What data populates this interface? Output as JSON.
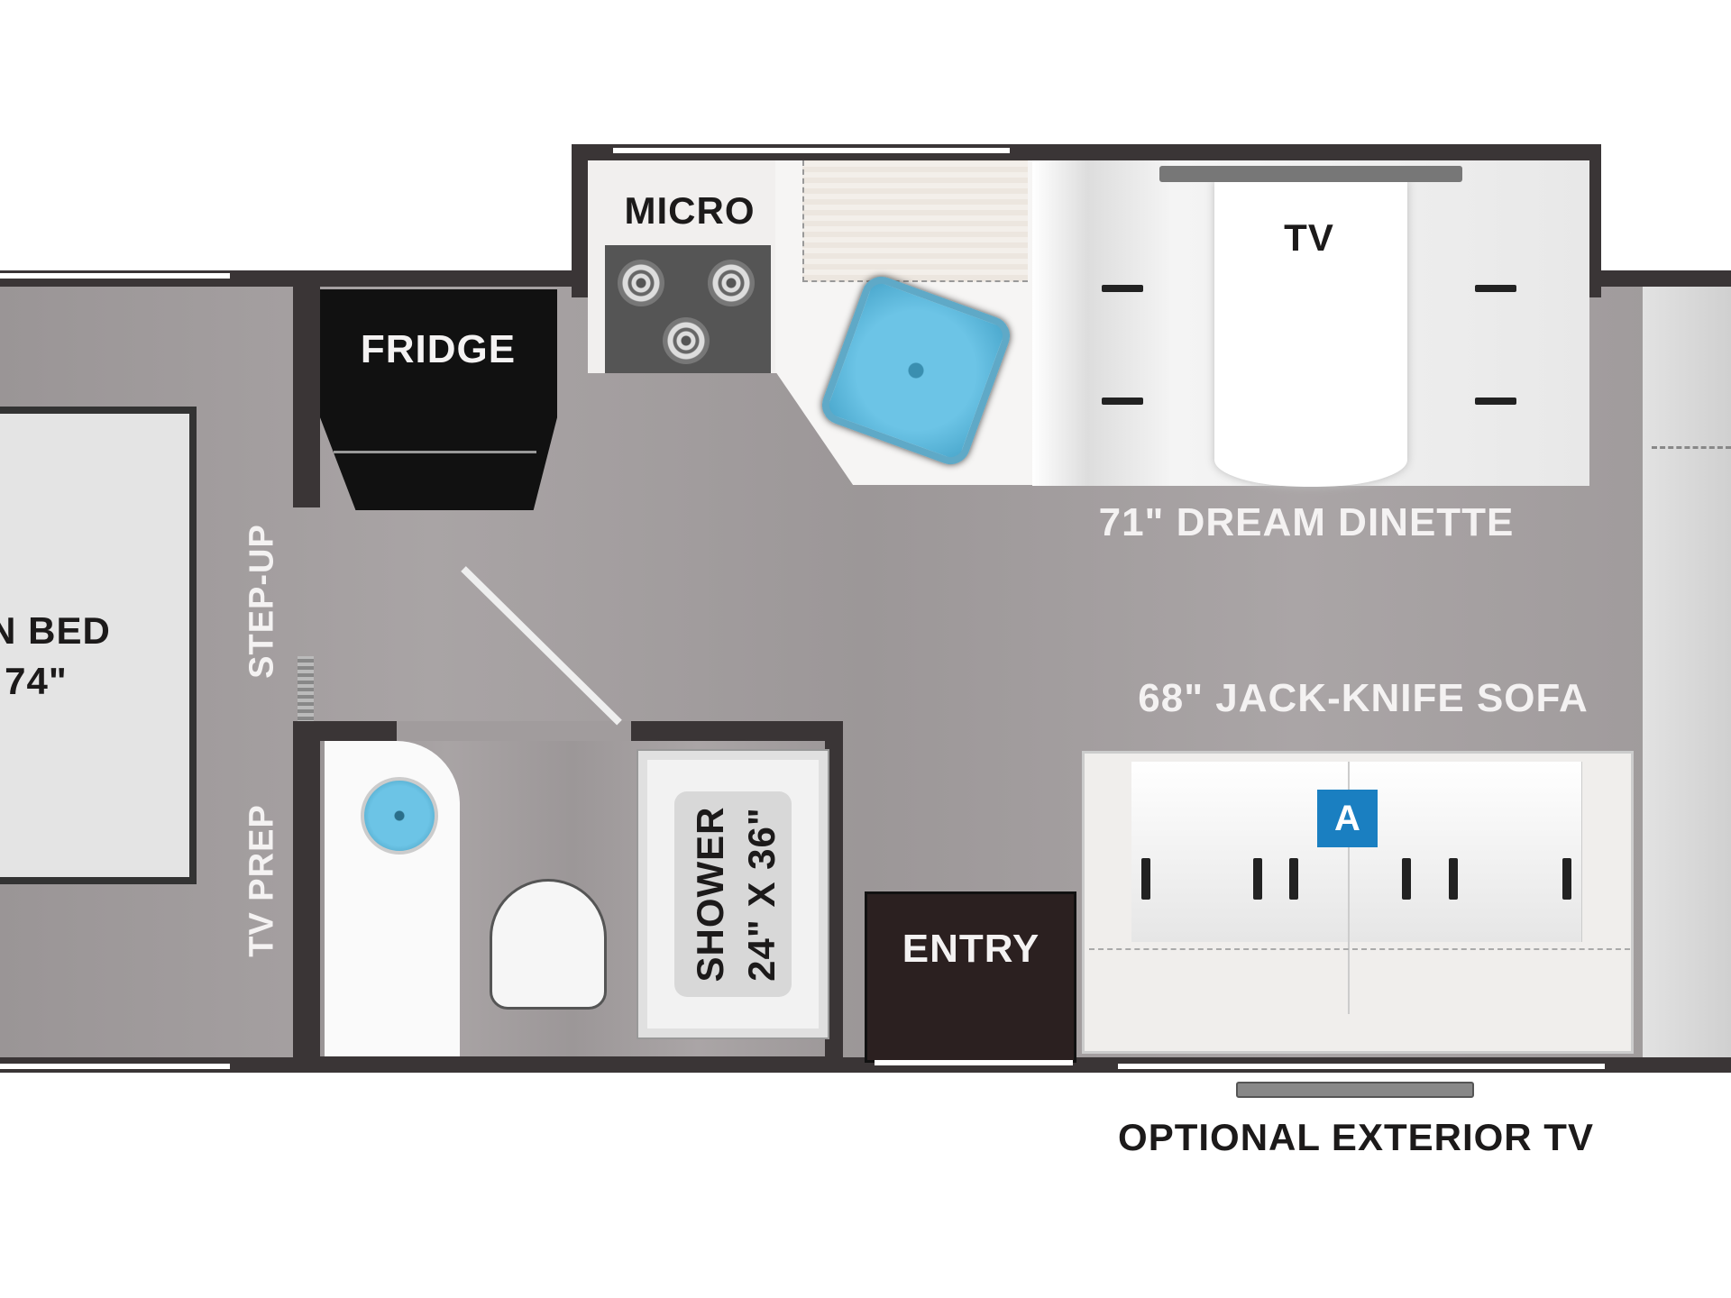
{
  "labels": {
    "micro": "MICRO",
    "fridge": "FRIDGE",
    "tv": "TV",
    "dinette": "71\" DREAM DINETTE",
    "sofa": "68\" JACK-KNIFE SOFA",
    "sofa_badge": "A",
    "entry": "ENTRY",
    "shower": "SHOWER",
    "shower_size": "24\" X 36\"",
    "step_up": "STEP-UP",
    "tv_prep": "TV PREP",
    "bed": "N BED",
    "bed_size": "74\"",
    "exterior_tv": "OPTIONAL EXTERIOR TV"
  },
  "colors": {
    "wall": "#3a3536",
    "badge": "#1a7fc1",
    "sink": "#6cc4e6"
  }
}
